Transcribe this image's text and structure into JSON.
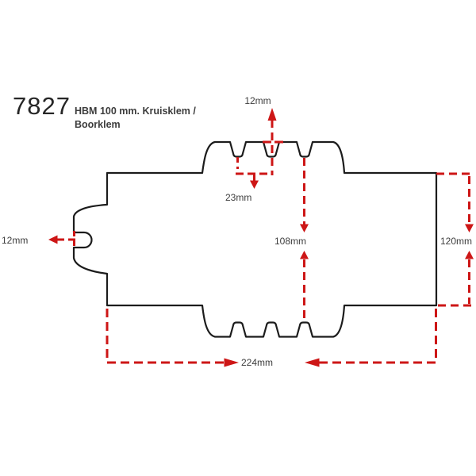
{
  "header": {
    "part_number": "7827",
    "description_line1": "HBM 100 mm. Kruisklem /",
    "description_line2": "Boorklem"
  },
  "dimensions": {
    "top_notch_width": {
      "label": "12mm"
    },
    "left_slot_width": {
      "label": "12mm"
    },
    "notch_spacing": {
      "label": "23mm"
    },
    "inner_height": {
      "label": "108mm"
    },
    "right_height": {
      "label": "120mm"
    },
    "total_length": {
      "label": "224mm"
    }
  },
  "colors": {
    "background": "#ffffff",
    "outline": "#1c1c1c",
    "dimension_red": "#cd1616",
    "label_text": "#3d3d3d",
    "title_text": "#262626"
  }
}
